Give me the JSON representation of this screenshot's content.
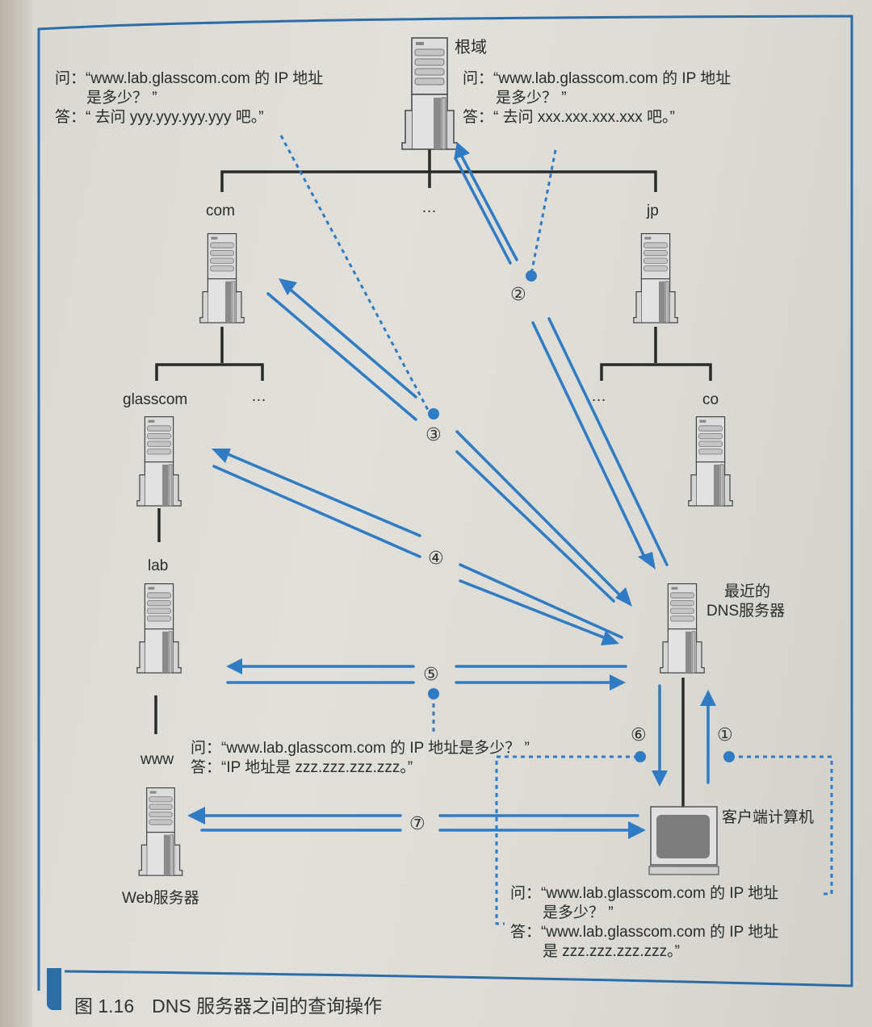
{
  "figure": {
    "caption_number": "图 1.16",
    "caption_title": "DNS 服务器之间的查询操作"
  },
  "colors": {
    "arrow_blue": "#2f7cc4",
    "frame_blue": "#2c6da8",
    "tree_line": "#2a2a2a"
  },
  "nodes": {
    "root": "根域",
    "com": "com",
    "ellipsis_top": "…",
    "jp": "jp",
    "glasscom": "glasscom",
    "ellipsis_com": "…",
    "ellipsis_jp": "…",
    "co": "co",
    "lab": "lab",
    "www": "www",
    "nearest_dns_line1": "最近的",
    "nearest_dns_line2": "DNS服务器",
    "client": "客户端计算机",
    "web_server": "Web服务器"
  },
  "steps": [
    "①",
    "②",
    "③",
    "④",
    "⑤",
    "⑥",
    "⑦"
  ],
  "dialogs": {
    "root": {
      "q_label": "问：",
      "q_line1": "“www.lab.glasscom.com 的 IP 地址",
      "q_line2": "是多少？ ”",
      "a_label": "答：",
      "a_line1": "“ 去问 xxx.xxx.xxx.xxx 吧。”"
    },
    "com": {
      "q_label": "问：",
      "q_line1": "“www.lab.glasscom.com 的 IP 地址",
      "q_line2": "是多少？ ”",
      "a_label": "答：",
      "a_line1": "“ 去问 yyy.yyy.yyy.yyy 吧。”"
    },
    "lab": {
      "q_label": "问：",
      "q_line1": "“www.lab.glasscom.com 的 IP 地址是多少？ ”",
      "a_label": "答：",
      "a_line1": "“IP 地址是 zzz.zzz.zzz.zzz。”"
    },
    "client": {
      "q_label": "问：",
      "q_line1": "“www.lab.glasscom.com 的 IP 地址",
      "q_line2": "是多少？ ”",
      "a_label": "答：",
      "a_line1": "“www.lab.glasscom.com 的 IP 地址",
      "a_line2": "是 zzz.zzz.zzz.zzz。”"
    }
  }
}
